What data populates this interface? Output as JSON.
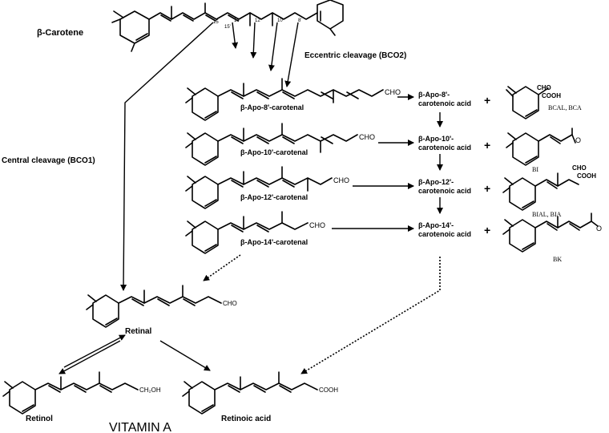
{
  "diagram": {
    "molecules": {
      "beta_carotene": "β-Carotene",
      "apo8_al": "β-Apo-8'-carotenal",
      "apo10_al": "β-Apo-10'-carotenal",
      "apo12_al": "β-Apo-12'-carotenal",
      "apo14_al": "β-Apo-14'-carotenal",
      "retinal": "Retinal",
      "retinol": "Retinol",
      "retinoic_acid": "Retinoic acid"
    },
    "acids": {
      "apo8_line1": "β-Apo-8'-",
      "apo8_line2": "carotenoic acid",
      "apo10_line1": "β-Apo-10'-",
      "apo10_line2": "carotenoic acid",
      "apo12_line1": "β-Apo-12'-",
      "apo12_line2": "carotenoic acid",
      "apo14_line1": "β-Apo-14'-",
      "apo14_line2": "carotenoic acid"
    },
    "side_products": {
      "bcal": "BCAL, BCA",
      "bi": "BI",
      "bial": "BIAL, BIA",
      "bk": "BK",
      "cho": "CHO",
      "cooh": "COOH",
      "o": "O"
    },
    "groups": {
      "cho": "CHO",
      "ch2oh": "CH₂OH",
      "cooh": "COOH"
    },
    "labels": {
      "eccentric": "Eccentric cleavage (BCO2)",
      "central": "Central cleavage (BCO1)",
      "vitamin_a": "VITAMIN A",
      "plus": "+"
    },
    "carbon_numbers": {
      "c15": "15",
      "c15p": "15'",
      "c14p": "14'",
      "c12p": "12'",
      "c10p": "10'",
      "c8p": "8'"
    }
  }
}
